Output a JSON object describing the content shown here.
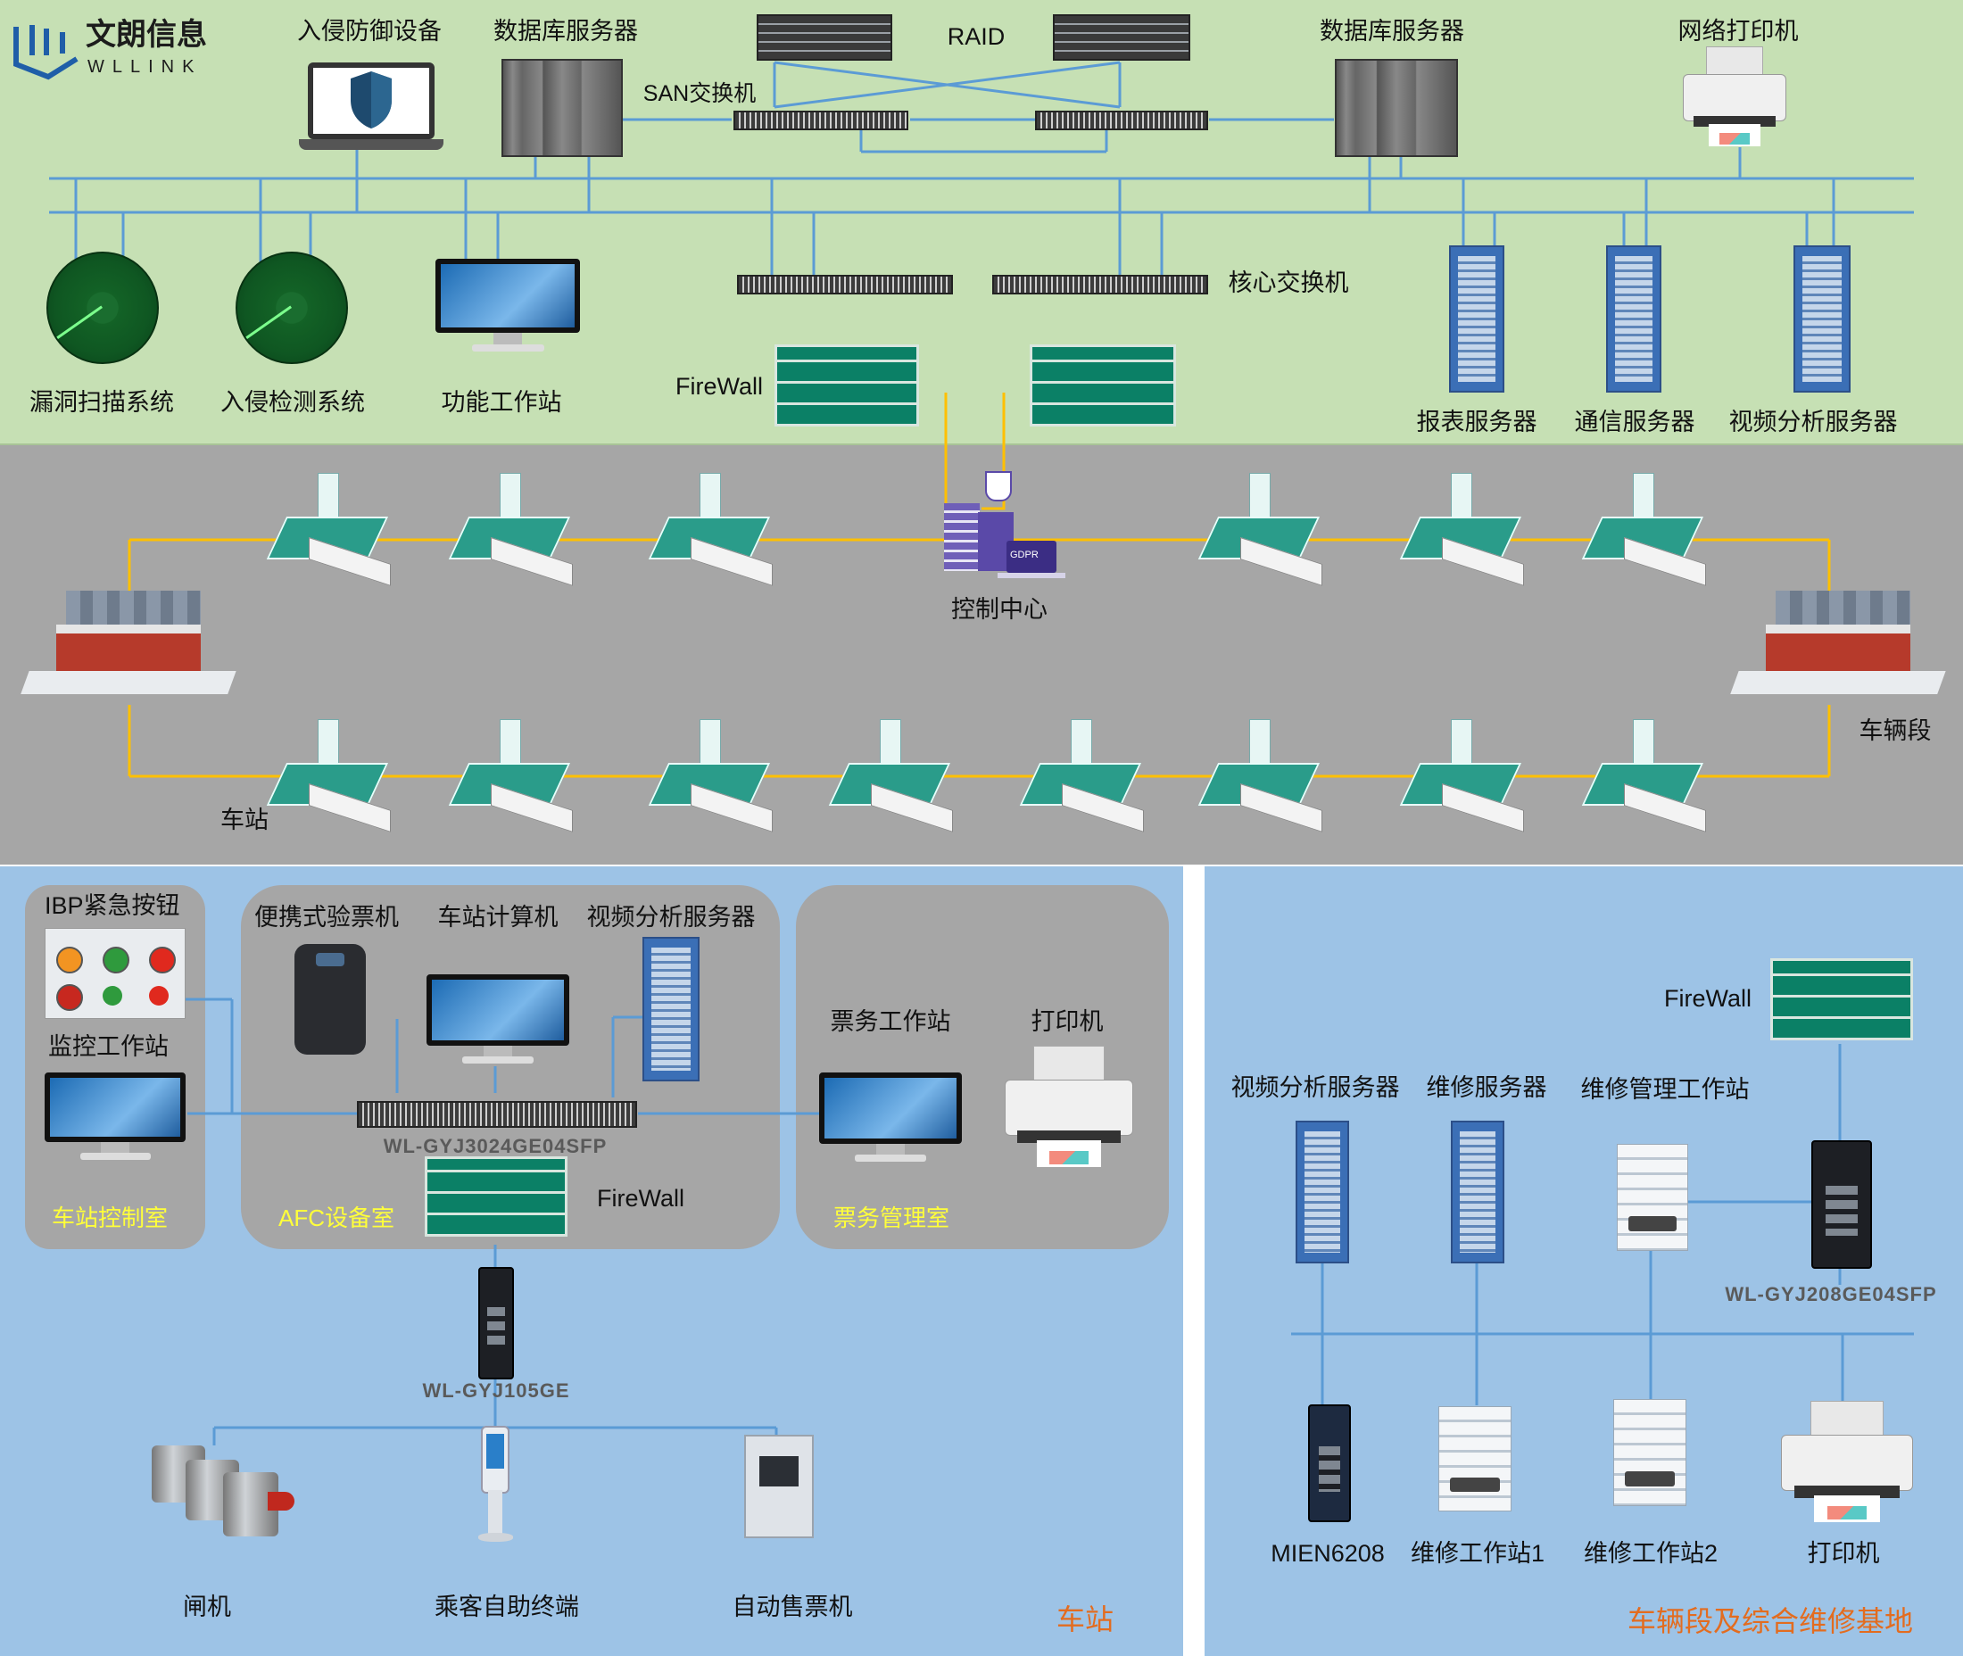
{
  "brand": {
    "name": "文朗信息",
    "sub": "WLLINK"
  },
  "top": {
    "ids": "入侵防御设备",
    "db_left": "数据库服务器",
    "raid": "RAID",
    "san": "SAN交换机",
    "db_right": "数据库服务器",
    "net_printer": "网络打印机",
    "vuln_scan": "漏洞扫描系统",
    "intrusion_detect": "入侵检测系统",
    "func_ws": "功能工作站",
    "firewall": "FireWall",
    "core_switch": "核心交换机",
    "report_srv": "报表服务器",
    "comm_srv": "通信服务器",
    "video_srv": "视频分析服务器"
  },
  "middle": {
    "control_center": "控制中心",
    "station": "车站",
    "depot": "车辆段",
    "gdpr": "GDPR"
  },
  "station": {
    "ibp": "IBP紧急按钮",
    "monitor_ws": "监控工作站",
    "room_control": "车站控制室",
    "portable": "便携式验票机",
    "station_pc": "车站计算机",
    "video_srv": "视频分析服务器",
    "switch_model": "WL-GYJ3024GE04SFP",
    "firewall": "FireWall",
    "room_afc": "AFC设备室",
    "ticket_ws": "票务工作站",
    "printer": "打印机",
    "room_ticket": "票务管理室",
    "small_switch": "WL-GYJ105GE",
    "gate": "闸机",
    "kiosk": "乘客自助终端",
    "tvm": "自动售票机",
    "zone_label": "车站"
  },
  "depot_zone": {
    "firewall": "FireWall",
    "video_srv": "视频分析服务器",
    "maint_srv": "维修服务器",
    "maint_mgmt_ws": "维修管理工作站",
    "switch_model": "WL-GYJ208GE04SFP",
    "mien": "MIEN6208",
    "maint_ws1": "维修工作站1",
    "maint_ws2": "维修工作站2",
    "printer": "打印机",
    "zone_label": "车辆段及综合维修基地"
  },
  "colors": {
    "top_bg": "#c6e0b4",
    "mid_bg": "#a6a6a6",
    "bottom_bg": "#9dc3e6",
    "blue_line": "#5b9bd5",
    "yellow_line": "#ffc000",
    "firewall": "#0b8066",
    "room_label": "#ffff3a",
    "zone_label": "#e36c1f"
  }
}
